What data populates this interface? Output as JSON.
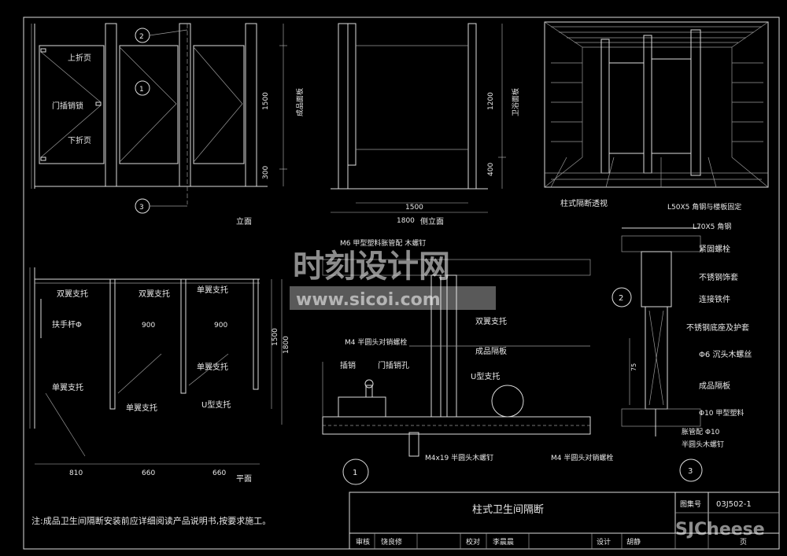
{
  "drawing": {
    "elevation_title": "立面",
    "side_elevation_title": "侧立面",
    "perspective_title": "柱式隔断透视",
    "plan_title": "平面",
    "note": "注:成品卫生间隔断安装前应详细阅读产品说明书,按要求施工。"
  },
  "elevation": {
    "labels": [
      "上折页",
      "门插销锁",
      "下折页"
    ],
    "dims": [
      "1500",
      "300"
    ],
    "side_note": "成品面板",
    "callouts": [
      "2",
      "1",
      "3"
    ]
  },
  "side_elevation": {
    "dims_v": [
      "1200",
      "400"
    ],
    "dims_h": [
      "1500",
      "1800"
    ],
    "side_note": "卫浴面板"
  },
  "plan": {
    "labels": [
      "双翼支托",
      "双翼支托",
      "单翼支托",
      "扶手杆Φ",
      "单翼支托",
      "单翼支托",
      "单翼支托",
      "U型支托"
    ],
    "dims_top": [
      "900",
      "900"
    ],
    "dims_bottom": [
      "810",
      "660",
      "660"
    ],
    "dims_v": [
      "1500",
      "1800"
    ]
  },
  "detail1": {
    "labels": [
      "M6 甲型塑料胀管配 木螺钉",
      "双翼支托",
      "M4 半圆头对销螺栓",
      "成品隔板",
      "插销",
      "门插销孔",
      "U型支托",
      "M4x19 半圆头木螺钉",
      "M4 半圆头对销螺栓"
    ],
    "number": "1"
  },
  "detail2": {
    "labels": [
      "L50X5 角钢与楼板固定",
      "L70X5 角钢",
      "紧固螺栓",
      "不锈钢饰套",
      "连接铁件",
      "不锈钢底座及护套",
      "Φ6 沉头木螺丝",
      "成品隔板",
      "Φ10 甲型塑料",
      "胀管配 Φ10",
      "半圆头木螺钉"
    ],
    "dim": "75",
    "numbers": [
      "2",
      "3"
    ]
  },
  "title_block": {
    "title": "柱式卫生间隔断",
    "atlas_label": "图集号",
    "atlas_no": "03J502-1",
    "row": [
      "审核",
      "饶良修",
      "校对",
      "李晨晨",
      "设计",
      "胡静"
    ],
    "page_label": "页"
  },
  "watermark": {
    "cn": "时刻设计网",
    "url": "www.sicoi.com",
    "brand": "SJCheese"
  }
}
